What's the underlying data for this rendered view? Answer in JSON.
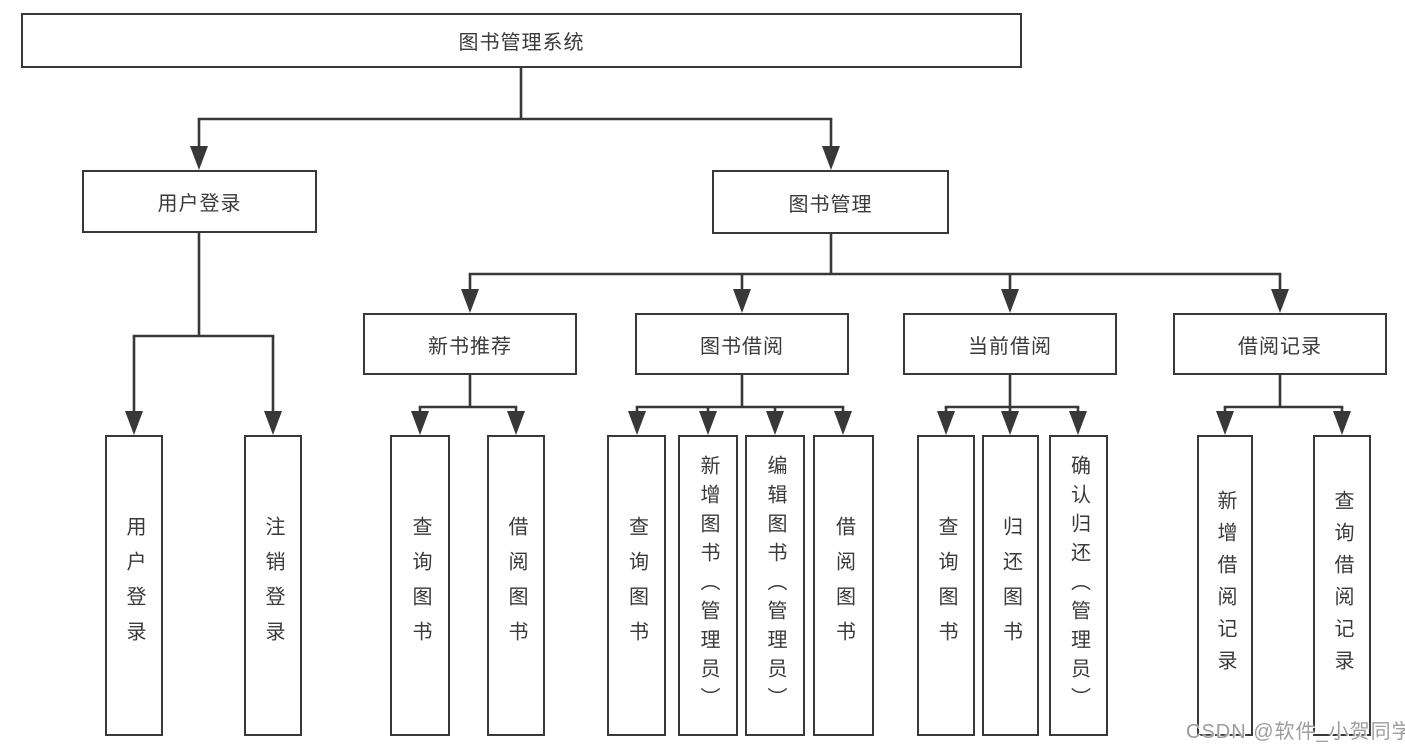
{
  "tree": {
    "label": "图书管理系统",
    "children": [
      {
        "label": "用户登录",
        "children": [
          {
            "label": "用户登录"
          },
          {
            "label": "注销登录"
          }
        ]
      },
      {
        "label": "图书管理",
        "children": [
          {
            "label": "新书推荐",
            "children": [
              {
                "label": "查询图书"
              },
              {
                "label": "借阅图书"
              }
            ]
          },
          {
            "label": "图书借阅",
            "children": [
              {
                "label": "查询图书"
              },
              {
                "label": "新增图书（管理员）"
              },
              {
                "label": "编辑图书（管理员）"
              },
              {
                "label": "借阅图书"
              }
            ]
          },
          {
            "label": "当前借阅",
            "children": [
              {
                "label": "查询图书"
              },
              {
                "label": "归还图书"
              },
              {
                "label": "确认归还（管理员）"
              }
            ]
          },
          {
            "label": "借阅记录",
            "children": [
              {
                "label": "新增借阅记录"
              },
              {
                "label": "查询借阅记录"
              }
            ]
          }
        ]
      }
    ]
  },
  "watermark": "CSDN @软件_小贺同学",
  "colors": {
    "line": "#383838",
    "border": "#383838",
    "text": "#3a3a3a",
    "background": "#ffffff",
    "watermark": "#9d9d9d"
  }
}
